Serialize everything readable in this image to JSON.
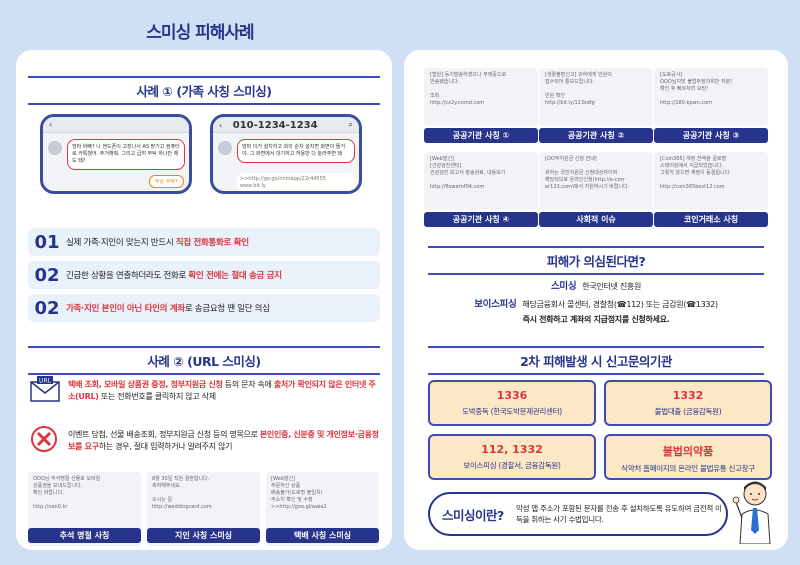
{
  "title": "스미싱 피해사례",
  "left": {
    "case1": {
      "heading": "사례 ① (가족 사칭 스미싱)",
      "phone1": {
        "msg": "엄마 바빠? 나 핸드폰이 고장나서 AS 맡기고 컴퓨터로 카톡했어. 주거해줘. 그리고 급히 부탁 하나만 해도 돼?",
        "button": "무슨 부탁?"
      },
      "phone2": {
        "number": "010-1234-1234",
        "msg": "엄마 이거 설치하고 회의 순차 설치면 화면이 뜰거야. 그 화면에서 대기하고 허용만 다 눌러주면 돼",
        "link": ">>http://go.go/nnmapp/22r44555 www.bit.ly"
      },
      "tips": [
        {
          "num": "01",
          "pre": "실제 가족·지인이 맞는지 반드시 ",
          "red": "직접 전화통화로 확인",
          "post": ""
        },
        {
          "num": "02",
          "pre": "긴급한 상황을 연출하더라도 전화로 ",
          "red": "확인 전에는 절대 송금 금지",
          "post": ""
        },
        {
          "num": "02",
          "pre": "",
          "red": "가족·지인 본인이 아닌 타인의 계좌",
          "post": "로 송금요청 땐 일단 의심"
        }
      ]
    },
    "case2": {
      "heading": "사례 ② (URL 스미싱)",
      "items": [
        {
          "icon": "url-envelope-icon",
          "red1": "택배 조회, 모바일 상품권 증정, 정부지원금 신청",
          "mid": " 등의 문자 속에 ",
          "red2": "출처가 확인되지 않은 인터넷 주소(URL)",
          "post": " 또는 전화번호를 클릭하지 않고 삭제"
        },
        {
          "icon": "x-circle-icon",
          "red1": "",
          "mid": "이벤트 당첨, 선물 배송조회, 정부지원금 신청 등의 명목으로 ",
          "red2": "본인인증, 신분증 및 개인정보·금융정보를 요구",
          "post": "하는 경우, 절대 입력하거나 알려주지 않기"
        }
      ]
    },
    "msgs": [
      {
        "text": "OOO님 추석명절 선물로 모바일\n상품권을 보내드립니다.\n확인 바랍니다.\n\nhttp://nan0.kr",
        "label": "추석 명절 사칭"
      },
      {
        "text": "8월 30일 직원 결혼합니다.\n축하해주세요.\n\n오시는 길\nhttp://weddingcard.com",
        "label": "지인 사칭 스미싱"
      },
      {
        "text": "[Web발신]\n주문하신 상품\n배송불가(도로명 불일치)\n주소지 확인 및 수정\n>>http://goo.gl/waia2",
        "label": "택배 사칭 스미싱"
      }
    ]
  },
  "right": {
    "cards_row1": [
      {
        "text": "[법원] 등기발송하였으나 부재중으로\n반송됐습니다.\n\n조회\nhttp://cx2y.comd.com",
        "label": "공공기관 사칭 ①"
      },
      {
        "text": "[생활불편신고] 귀하에게 민원이\n접수되어 통보드립니다.\n\n민원 확인\nhttp://bit.ly/123sdfg",
        "label": "공공기관 사칭 ②"
      },
      {
        "text": "[도로공사]\nOOO님지방 불법주정차위반 처분!\n확인 후 빠르처리 요망!\n\nhttp://180.kpwn.com",
        "label": "공공기관 사칭 ③"
      }
    ],
    "cards_row2": [
      {
        "text": "[Web발신]\n[건강검진센터]\n건강검진 보고서 발송완료, 내용보기\n\nhttp://flowernf04.com",
        "label": "공공기관 사칭 ④"
      },
      {
        "text": "[OO부지원금 신청 안내]\n\n귀하는 국민지원금 신청대상자이며\n해당되므로 온라인신청(http://e-corr\ner123.com)에서 지원하시기 바랍니다.",
        "label": "사회적 이슈"
      },
      {
        "text": "[Coin365] 계정 잔액을 골로벌\n스테이킹에서 지급되었습니다.\n그렇지 않으면 계정이 동결됩니다.\n\nhttp://coin365best12.com",
        "label": "코인거래소 사칭"
      }
    ],
    "suspect": {
      "heading": "피해가 의심된다면?",
      "line1_key": "스미싱",
      "line1_val": "한국인터넷 진흥원",
      "line2_key": "보이스피싱",
      "line2_val": "해당금융회사 콜센터, 경찰청(☎112) 또는 금감원(☎1332)",
      "line3": "즉시 전화하고 계좌의 지급정지를 신청하세요."
    },
    "report": {
      "heading": "2차 피해발생 시 신고문의기관",
      "boxes": [
        {
          "big": "1336",
          "small": "도박중독 (한국도박문제관리센터)"
        },
        {
          "big": "1332",
          "small": "불법대출 (금융감독원)"
        },
        {
          "big": "112, 1332",
          "small": "보이스피싱 (경찰서, 금융감독원)"
        },
        {
          "big": "불법의약품",
          "small": "식약처 홈페이지의 온라인 불법유통 신고창구"
        }
      ]
    },
    "definition": {
      "key": "스미싱이란?",
      "value": "악성 앱 주소가 포함된 문자를 전송 후 설치하도록 유도하여 금전적 이득을 취하는 사기 수법입니다."
    }
  }
}
